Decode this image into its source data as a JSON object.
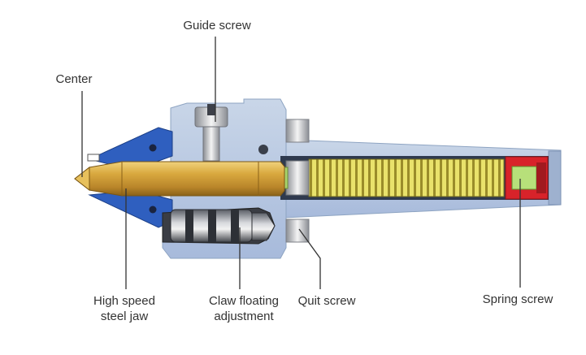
{
  "labels": {
    "guide_screw": "Guide screw",
    "center": "Center",
    "jaw_line1": "High speed",
    "jaw_line2": "steel jaw",
    "claw_line1": "Claw floating",
    "claw_line2": "adjustment",
    "quit_screw": "Quit screw",
    "spring_screw": "Spring screw"
  },
  "colors": {
    "housing": "#b6c7de",
    "housing_dark": "#8ea4c2",
    "shaft": "#c8962e",
    "shaft_light": "#e6c46a",
    "jaw_blue": "#2f5fbf",
    "spring_yellow": "#e8df5a",
    "plug_red": "#d8232a",
    "leader": "#333333"
  }
}
